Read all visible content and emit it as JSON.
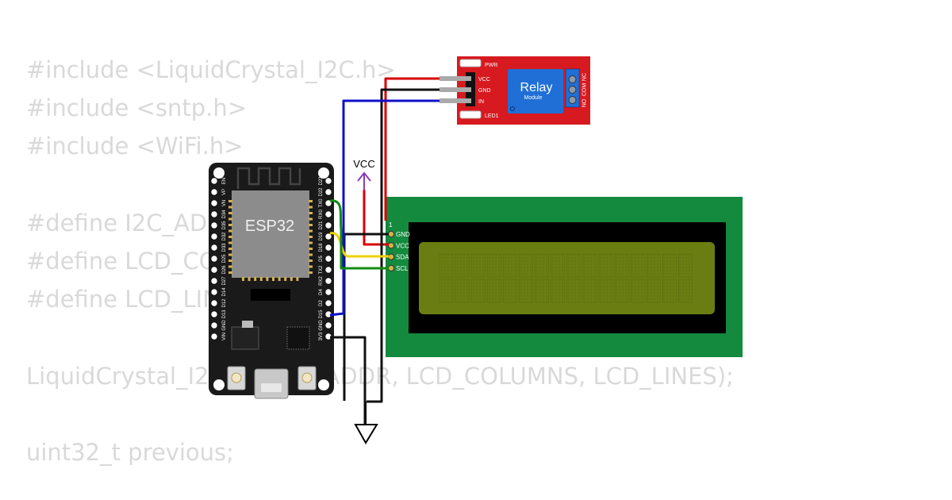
{
  "code_lines": [
    "#include <LiquidCrystal_I2C.h>",
    "#include <sntp.h>",
    "#include <WiFi.h>",
    "",
    "#define I2C_ADDR",
    "#define LCD_COLUMNS",
    "#define LCD_LINES",
    "",
    "LiquidCrystal_I2C lcd(I2C_ADDR, LCD_COLUMNS, LCD_LINES);",
    "",
    "uint32_t previous;"
  ],
  "esp32": {
    "label": "ESP32",
    "pins_right": [
      "D23",
      "D22",
      "TX0",
      "RX0",
      "D21",
      "D19",
      "D18",
      "D5",
      "TX2",
      "RX2",
      "D4",
      "D2",
      "D15",
      "GND",
      "3V3"
    ],
    "pins_left": [
      "EN",
      "VP",
      "VN",
      "D34",
      "D35",
      "D32",
      "D33",
      "D25",
      "D26",
      "D27",
      "D14",
      "D12",
      "D13",
      "GND",
      "VIN"
    ]
  },
  "relay": {
    "title": "Relay",
    "subtitle": "Module",
    "pins": [
      "VCC",
      "GND",
      "IN"
    ],
    "pwr_label": "PWR",
    "led_label": "LED1",
    "terminal_labels": [
      "NO",
      "COM",
      "NC"
    ]
  },
  "lcd": {
    "pin_one_label": "1",
    "pins": [
      "GND",
      "VCC",
      "SDA",
      "SCL"
    ],
    "cols": 16,
    "rows": 2
  },
  "symbols": {
    "vcc_label": "VCC"
  },
  "colors": {
    "code_text": "#d9d9d9",
    "board": "#1a1a1a",
    "esp_module": "#8c8c8c",
    "relay_board": "#d71920",
    "relay_block": "#1f6fd6",
    "lcd_pcb": "#138a3e",
    "lcd_screen": "#6a7d12",
    "wire_red": "#d80000",
    "wire_black": "#111111",
    "wire_blue": "#1010c8",
    "wire_green": "#128c12",
    "wire_yellow": "#f0d000",
    "vcc_symbol": "#8e3bb0"
  }
}
